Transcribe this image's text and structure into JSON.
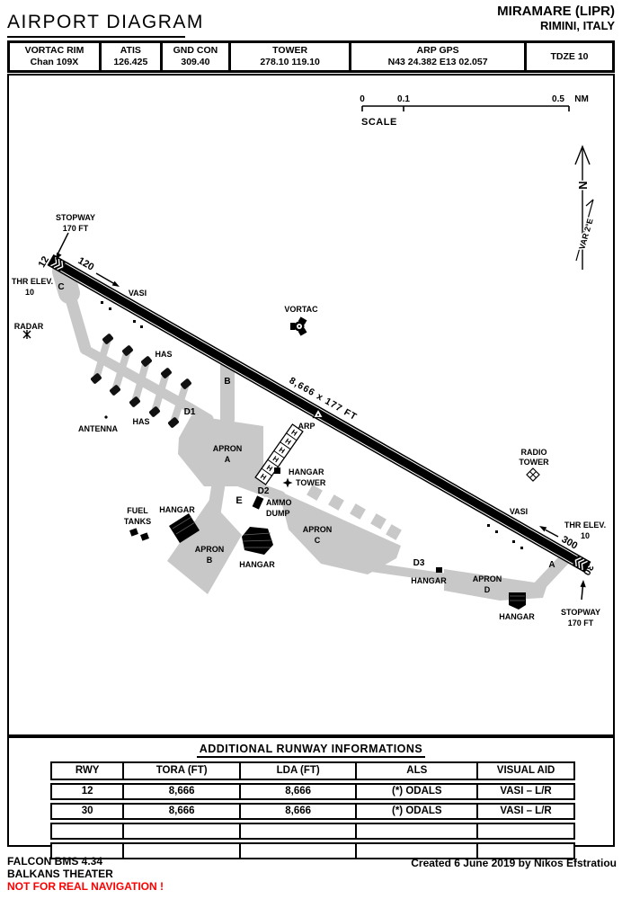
{
  "header": {
    "title": "AIRPORT DIAGRAM",
    "airport": "MIRAMARE (LIPR)",
    "location": "RIMINI, ITALY"
  },
  "info_strip": {
    "cells": [
      {
        "l1": "VORTAC RIM",
        "l2": "Chan 109X"
      },
      {
        "l1": "ATIS",
        "l2": "126.425"
      },
      {
        "l1": "GND CON",
        "l2": "309.40"
      },
      {
        "l1": "TOWER",
        "l2": "278.10 119.10"
      },
      {
        "l1": "ARP GPS",
        "l2": "N43 24.382 E13 02.057"
      },
      {
        "l1": "TDZE 10",
        "l2": ""
      }
    ]
  },
  "scale_bar": {
    "tick0": "0",
    "tick1": "0.1",
    "tick2": "0.5",
    "unit": "NM",
    "label": "SCALE"
  },
  "compass": {
    "north": "N",
    "variation": "VAR 2°E"
  },
  "runway": {
    "id_12": "12",
    "id_30": "30",
    "hdg_12": "120",
    "hdg_30": "300",
    "dimensions": "8,666 x 177 FT"
  },
  "labels": {
    "stopway_l1": "STOPWAY",
    "stopway_l2": "170 FT",
    "thr_elev": "THR ELEV.",
    "thr_elev_val": "10",
    "vasi": "VASI",
    "radar": "RADAR",
    "antenna": "ANTENNA",
    "has": "HAS",
    "vortac": "VORTAC",
    "arp": "ARP",
    "hangar": "HANGAR",
    "tower": "TOWER",
    "radio_l1": "RADIO",
    "radio_l2": "TOWER",
    "ammo_l1": "AMMO",
    "ammo_l2": "DUMP",
    "fuel_l1": "FUEL",
    "fuel_l2": "TANKS",
    "apron": "APRON",
    "apron_a": "A",
    "apron_b": "B",
    "apron_c": "C",
    "apron_d": "D",
    "twy_a": "A",
    "twy_b": "B",
    "twy_c": "C",
    "twy_d1": "D1",
    "twy_d2": "D2",
    "twy_d3": "D3",
    "twy_e": "E",
    "helipad": "H"
  },
  "runway_table": {
    "title": "ADDITIONAL RUNWAY INFORMATIONS",
    "headers": [
      "RWY",
      "TORA (FT)",
      "LDA (FT)",
      "ALS",
      "VISUAL AID"
    ],
    "rows": [
      [
        "12",
        "8,666",
        "8,666",
        "(*) ODALS",
        "VASI – L/R"
      ],
      [
        "30",
        "8,666",
        "8,666",
        "(*) ODALS",
        "VASI – L/R"
      ],
      [
        "",
        "",
        "",
        "",
        ""
      ],
      [
        "",
        "",
        "",
        "",
        ""
      ]
    ]
  },
  "footer": {
    "sim": "FALCON BMS 4.34",
    "theater": "BALKANS THEATER",
    "warning": "NOT FOR REAL NAVIGATION !",
    "credit": "Created 6 June 2019 by Nikos Efstratiou"
  },
  "colors": {
    "pavement": "#c8c8c8",
    "ink": "#000000",
    "warning": "#ff0000"
  }
}
